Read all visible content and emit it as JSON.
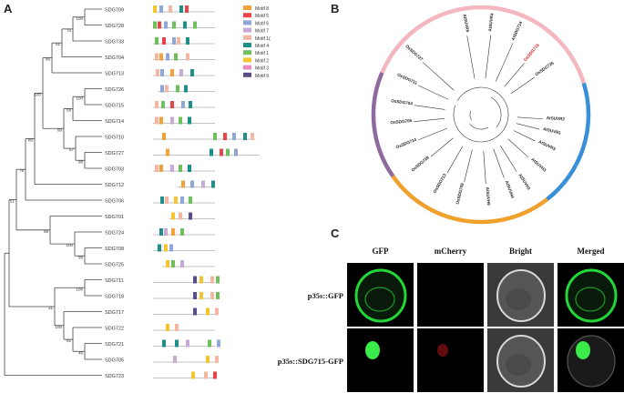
{
  "panels": {
    "a": "A",
    "b": "B",
    "c": "C"
  },
  "tree_a": {
    "genes": [
      "SDG709",
      "SDG728",
      "SDG733",
      "SDG704",
      "SDG713",
      "SDG726",
      "SDG715",
      "SDG714",
      "SDG710",
      "SDG727",
      "SDG703",
      "SDG712",
      "SDG706",
      "SDG701",
      "SDG724",
      "SDG708",
      "SDG725",
      "SDG711",
      "SDG718",
      "SDG717",
      "SDG722",
      "SDG721",
      "SDG705",
      "SDG723"
    ],
    "bootstrap": [
      "100",
      "74",
      "51",
      "46",
      "100",
      "58",
      "100",
      "99",
      "67",
      "98",
      "89",
      "79",
      "100",
      "99",
      "98",
      "51",
      "100",
      "92",
      "100",
      "46",
      "31"
    ]
  },
  "legend": {
    "items": [
      {
        "label": "Motif 8",
        "color": "#f2a03a"
      },
      {
        "label": "Motif 5",
        "color": "#e8454b"
      },
      {
        "label": "Motif 6",
        "color": "#8fa6d6"
      },
      {
        "label": "Motif 7",
        "color": "#c7a9d6"
      },
      {
        "label": "Motif 1(",
        "color": "#f5b7a2"
      },
      {
        "label": "Motif 4",
        "color": "#1f8f8a"
      },
      {
        "label": "Motif 1",
        "color": "#6fbf5c"
      },
      {
        "label": "Motif 2",
        "color": "#f4c431"
      },
      {
        "label": "Motif 3",
        "color": "#e88cc0"
      },
      {
        "label": "Motif 9",
        "color": "#5b4c8c"
      }
    ]
  },
  "circular_tree": {
    "labels": [
      "AtSUVR4",
      "AtSUVR5",
      "AtSDG714",
      "OsSDG715",
      "OsSDG726",
      "AtSUVR2",
      "AtSUVR1",
      "AtSUVR3",
      "AtSUVH3",
      "AtSUVH1",
      "AtSUVH4",
      "AtSUVH9",
      "OsSDG709",
      "OsSDG713",
      "OsSDG728",
      "OsSDG714",
      "OsSDG705",
      "OsSDG704",
      "OsSDG711",
      "OsSDG727"
    ],
    "highlight": "OsSDG715",
    "arc_colors": {
      "pink": "#f4b6bf",
      "blue": "#3a8fd9",
      "orange": "#f0a12c",
      "purple": "#8f6a9f"
    }
  },
  "microscopy": {
    "columns": [
      "GFP",
      "mCherry",
      "Bright",
      "Merged"
    ],
    "rows": [
      "p35s::GFP",
      "p35s::SDG715-GFP"
    ]
  }
}
